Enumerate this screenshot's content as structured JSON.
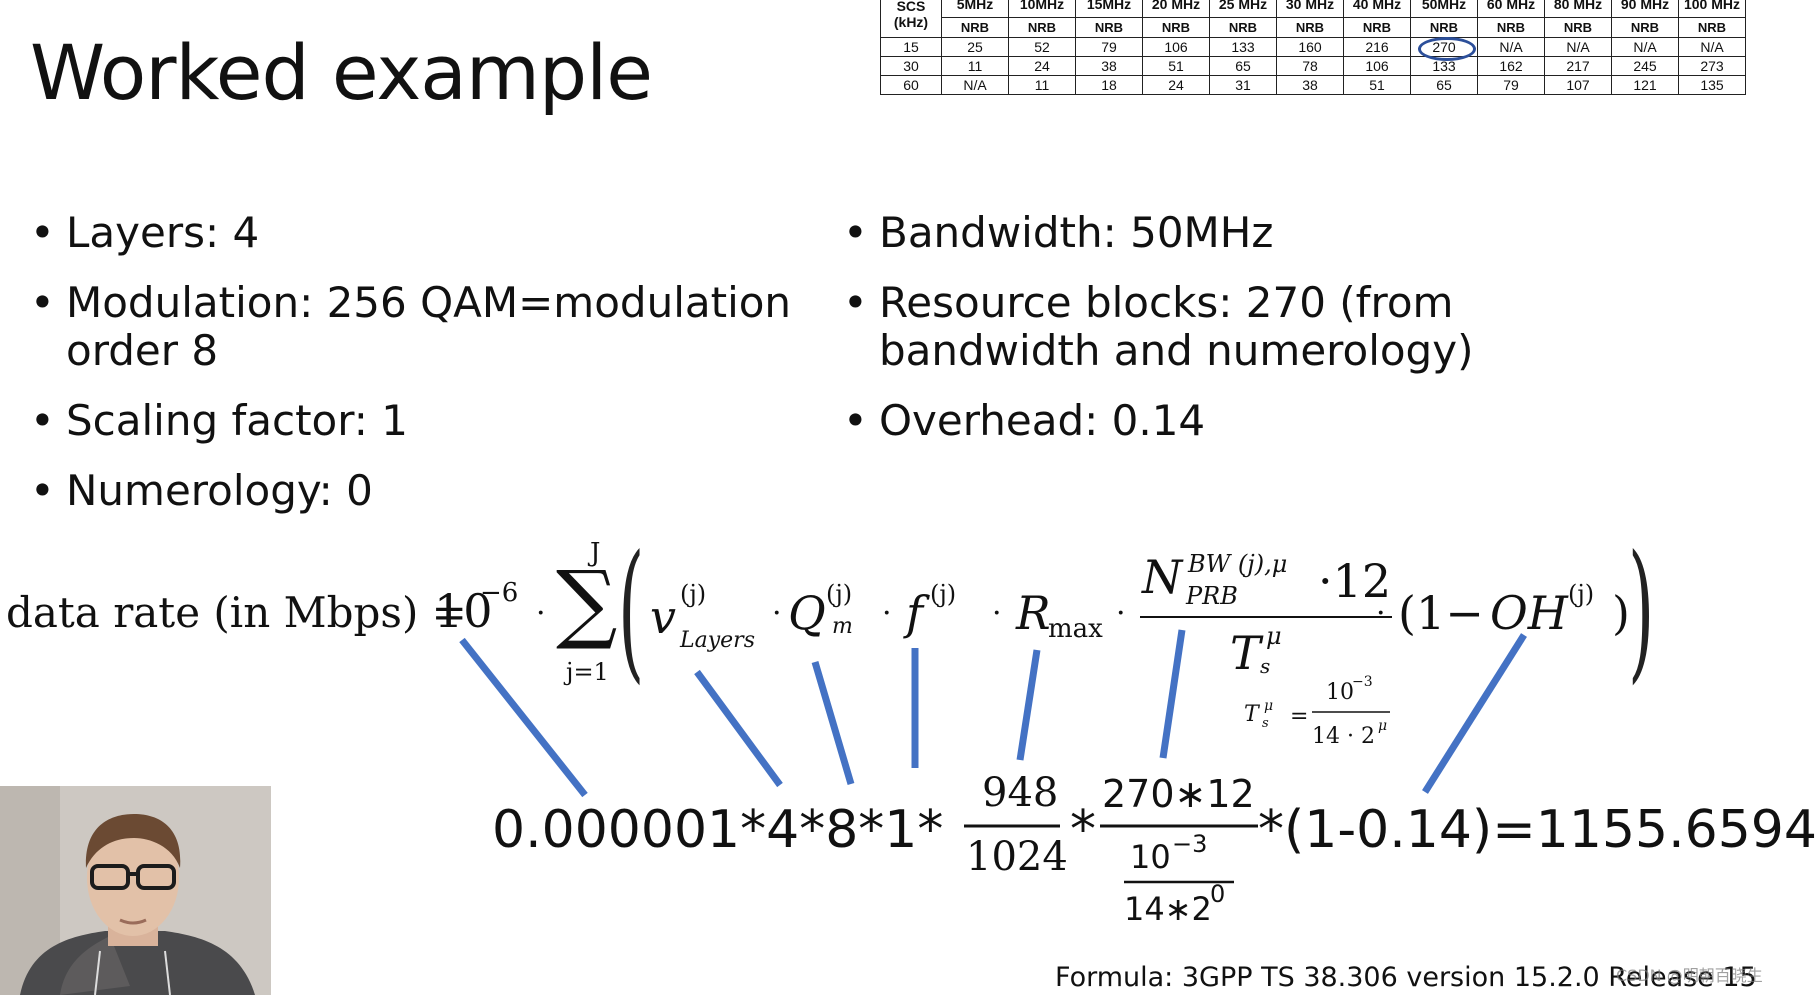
{
  "slide": {
    "title": "Worked example",
    "footer": "Formula: 3GPP TS 38.306 version 15.2.0 Release 15",
    "watermark": "CSDN @明朝百晓生"
  },
  "table": {
    "scs_header": [
      "SCS",
      "(kHz)"
    ],
    "bandwidths": [
      "5MHz",
      "10MHz",
      "15MHz",
      "20 MHz",
      "25 MHz",
      "30 MHz",
      "40 MHz",
      "50MHz",
      "60 MHz",
      "80 MHz",
      "90 MHz",
      "100 MHz"
    ],
    "sub_header": "NRB",
    "rows": [
      {
        "scs": "15",
        "values": [
          "25",
          "52",
          "79",
          "106",
          "133",
          "160",
          "216",
          "270",
          "N/A",
          "N/A",
          "N/A",
          "N/A"
        ]
      },
      {
        "scs": "30",
        "values": [
          "11",
          "24",
          "38",
          "51",
          "65",
          "78",
          "106",
          "133",
          "162",
          "217",
          "245",
          "273"
        ]
      },
      {
        "scs": "60",
        "values": [
          "N/A",
          "11",
          "18",
          "24",
          "31",
          "38",
          "51",
          "65",
          "79",
          "107",
          "121",
          "135"
        ]
      }
    ],
    "highlight": {
      "row": 0,
      "col": 7
    },
    "highlight_color": "#2c4f9a"
  },
  "bullets_left": [
    {
      "text": "Layers: 4"
    },
    {
      "text": "Modulation: 256 QAM=modulation",
      "text2": "order 8"
    },
    {
      "text": "Scaling factor: 1"
    },
    {
      "text": "Numerology: 0"
    }
  ],
  "bullets_right": [
    {
      "text": "Bandwidth: 50MHz"
    },
    {
      "text": "Resource blocks: 270 (from",
      "text2": "bandwidth and numerology)"
    },
    {
      "text": "Overhead: 0.14"
    }
  ],
  "formula": {
    "lhs": "data rate (in Mbps) =",
    "ten": "10",
    "neg6": "−6",
    "sum_top": "J",
    "sum_bottom": "j=1",
    "v": "v",
    "j": "(j)",
    "layers": "Layers",
    "Q": "Q",
    "m": "m",
    "f": "f",
    "R": "R",
    "max": "max",
    "N": "N",
    "bw_sup": "BW (j),μ",
    "prb": "PRB",
    "twelve": "·12",
    "T": "T",
    "s": "s",
    "mu": "μ",
    "one_minus": "(1−",
    "OH": "OH",
    "ts_def_num": "10",
    "ts_def_exp": "−3",
    "ts_def_den": "14 · 2",
    "ts_def_den_exp": "μ"
  },
  "result": {
    "prefix": "0.000001*4*8*1*",
    "frac1_num": "948",
    "frac1_den": "1024",
    "star": "*",
    "frac2_num": "270∗12",
    "frac2_sub_num": "10",
    "frac2_sub_num_exp": "−3",
    "frac2_sub_den": "14∗2",
    "frac2_sub_den_exp": "0",
    "suffix": "*(1-0.14)=1155.6594"
  },
  "line_color": "#4472c4"
}
